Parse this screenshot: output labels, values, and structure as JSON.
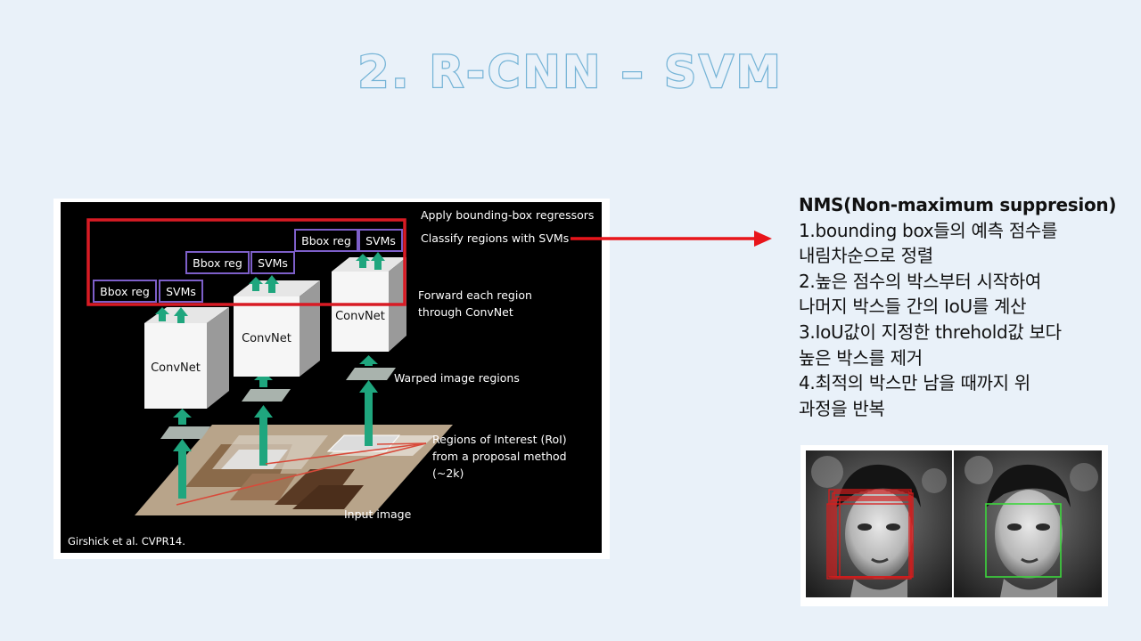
{
  "title": "2. R-CNN – SVM",
  "diagram": {
    "labels": {
      "apply_bbox": "Apply bounding-box regressors",
      "classify": "Classify regions with SVMs",
      "forward_1": "Forward each region",
      "forward_2": "through ConvNet",
      "warped": "Warped image regions",
      "roi_1": "Regions of Interest (RoI)",
      "roi_2": "from a proposal method",
      "roi_3": "(~2k)",
      "input": "Input image",
      "citation": "Girshick et al. CVPR14."
    },
    "bbox_label": "Bbox reg",
    "svm_label": "SVMs",
    "convnet_label": "ConvNet",
    "colors": {
      "highlight": "#d81b24",
      "arrow": "#1fa67e",
      "box_border": "#7d5fc9",
      "background": "#000000"
    }
  },
  "nms": {
    "heading": "NMS(Non-maximum suppresion)",
    "lines": [
      "1.bounding box들의 예측 점수를",
      "내림차순으로 정렬",
      "2.높은 점수의 박스부터 시작하여",
      "나머지 박스들 간의 IoU를 계산",
      "3.IoU값이 지정한 threhold값 보다",
      "높은 박스를 제거",
      "4.최적의 박스만 남을 때까지 위",
      "과정을 반복"
    ]
  },
  "connector_color": "#e8151b"
}
